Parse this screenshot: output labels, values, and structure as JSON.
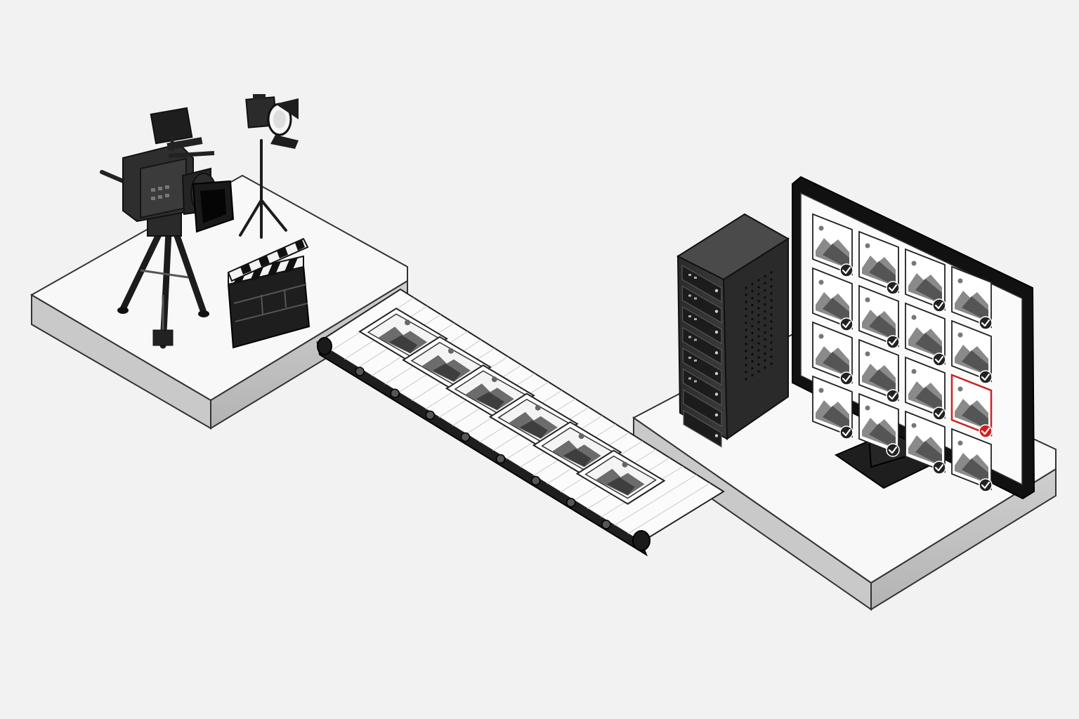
{
  "diagram": {
    "stages": [
      {
        "id": "capture",
        "icons": [
          "video-camera-icon",
          "spotlight-icon",
          "clapperboard-icon"
        ]
      },
      {
        "id": "transfer",
        "icons": [
          "conveyor-belt-icon",
          "image-frame-icon"
        ],
        "frame_count": 6
      },
      {
        "id": "review",
        "icons": [
          "server-tower-icon",
          "monitor-icon",
          "image-thumbnail-icon",
          "checkmark-icon"
        ]
      }
    ],
    "review_grid": {
      "rows": 4,
      "cols": 4,
      "highlighted": {
        "row": 3,
        "col": 4
      }
    },
    "colors": {
      "background": "#f2f2f2",
      "platform_top": "#f7f7f7",
      "platform_side": "#bdbdbd",
      "dark": "#1f1f1f",
      "accent": "#cc2222"
    }
  }
}
